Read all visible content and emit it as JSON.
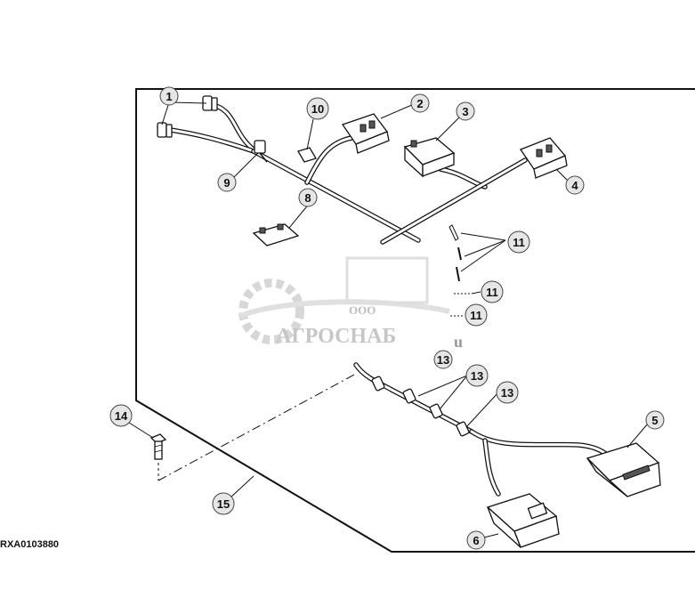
{
  "figure_id": "RXA0103880",
  "watermark": {
    "line1": "ООО",
    "line2": "АГРОСНАБ",
    "suffix": "u"
  },
  "callouts": [
    "1",
    "2",
    "3",
    "4",
    "5",
    "6",
    "8",
    "9",
    "10",
    "11",
    "11",
    "11",
    "13",
    "13",
    "13",
    "14",
    "15"
  ],
  "colors": {
    "line": "#111111",
    "callout_fill": "#e6e6e6",
    "watermark": "#b8b8b8"
  }
}
